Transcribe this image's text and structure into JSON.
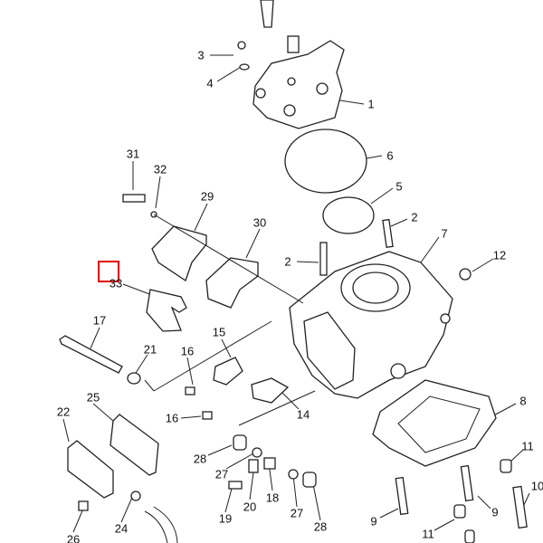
{
  "diagram": {
    "callouts": [
      {
        "id": "c1",
        "text": "1"
      },
      {
        "id": "c2a",
        "text": "2"
      },
      {
        "id": "c2b",
        "text": "2"
      },
      {
        "id": "c3",
        "text": "3"
      },
      {
        "id": "c4",
        "text": "4"
      },
      {
        "id": "c5",
        "text": "5"
      },
      {
        "id": "c6",
        "text": "6"
      },
      {
        "id": "c7",
        "text": "7"
      },
      {
        "id": "c8",
        "text": "8"
      },
      {
        "id": "c9a",
        "text": "9"
      },
      {
        "id": "c9b",
        "text": "9"
      },
      {
        "id": "c10",
        "text": "10"
      },
      {
        "id": "c11a",
        "text": "11"
      },
      {
        "id": "c11b",
        "text": "11"
      },
      {
        "id": "c12",
        "text": "12"
      },
      {
        "id": "c14",
        "text": "14"
      },
      {
        "id": "c15",
        "text": "15"
      },
      {
        "id": "c16a",
        "text": "16"
      },
      {
        "id": "c16b",
        "text": "16"
      },
      {
        "id": "c17",
        "text": "17"
      },
      {
        "id": "c18",
        "text": "18"
      },
      {
        "id": "c19",
        "text": "19"
      },
      {
        "id": "c20",
        "text": "20"
      },
      {
        "id": "c21",
        "text": "21"
      },
      {
        "id": "c22",
        "text": "22"
      },
      {
        "id": "c24",
        "text": "24"
      },
      {
        "id": "c25",
        "text": "25"
      },
      {
        "id": "c26",
        "text": "26"
      },
      {
        "id": "c27a",
        "text": "27"
      },
      {
        "id": "c27b",
        "text": "27"
      },
      {
        "id": "c28a",
        "text": "28"
      },
      {
        "id": "c28b",
        "text": "28"
      },
      {
        "id": "c29",
        "text": "29"
      },
      {
        "id": "c30",
        "text": "30"
      },
      {
        "id": "c31",
        "text": "31"
      },
      {
        "id": "c32",
        "text": "32"
      },
      {
        "id": "c33",
        "text": "33"
      }
    ],
    "highlight_color": "#e00000"
  }
}
